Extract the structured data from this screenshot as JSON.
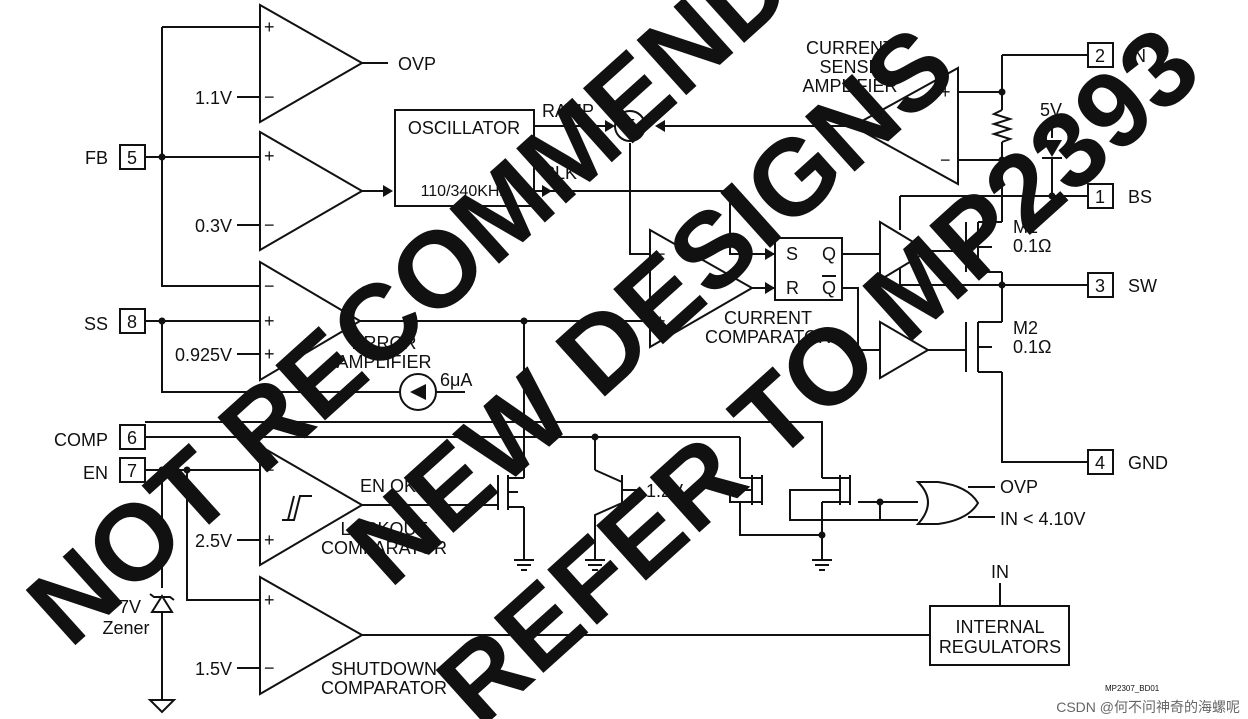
{
  "pins": [
    {
      "num": "5",
      "name": "FB"
    },
    {
      "num": "8",
      "name": "SS"
    },
    {
      "num": "6",
      "name": "COMP"
    },
    {
      "num": "7",
      "name": "EN"
    },
    {
      "num": "2",
      "name": "IN"
    },
    {
      "num": "1",
      "name": "BS"
    },
    {
      "num": "3",
      "name": "SW"
    },
    {
      "num": "4",
      "name": "GND"
    }
  ],
  "refs": {
    "v11": "1.1V",
    "v03": "0.3V",
    "v0925": "0.925V",
    "v25": "2.5V",
    "v15": "1.5V",
    "v12": "1.2V",
    "v5": "5V",
    "i6": "6μA",
    "in_reg": "IN"
  },
  "blocks": {
    "ovp": "OVP",
    "oscillator": "OSCILLATOR",
    "osc_freq": "110/340KHz",
    "ramp": "RAMP",
    "clk": "CLK",
    "sum": "Σ",
    "csa_l1": "CURRENT",
    "csa_l2": "SENSE",
    "csa_l3": "AMPLIFIER",
    "cc_l1": "CURRENT",
    "cc_l2": "COMPARATOR",
    "ea_l1": "ERROR",
    "ea_l2": "AMPLIFIER",
    "en_ok": "EN OK",
    "lock_l1": "LOCKOUT",
    "lock_l2": "COMPARATOR",
    "sd_l1": "SHUTDOWN",
    "sd_l2": "COMPARATOR",
    "reg_l1": "INTERNAL",
    "reg_l2": "REGULATORS",
    "zener_l1": "7V",
    "zener_l2": "Zener",
    "m1": "M1",
    "m1_r": "0.1Ω",
    "m2": "M2",
    "m2_r": "0.1Ω",
    "latch_s": "S",
    "latch_r": "R",
    "latch_q": "Q",
    "latch_qb": "Q",
    "or_ovp": "OVP",
    "or_in": "IN < 4.10V",
    "plus": "+",
    "minus": "−"
  },
  "watermark": [
    "NOT RECOMMENDED",
    "NEW DESIGNS",
    "REFER TO MP2393"
  ],
  "figure_id": "MP2307_BD01",
  "caption": "CSDN @何不问神奇的海螺呢"
}
